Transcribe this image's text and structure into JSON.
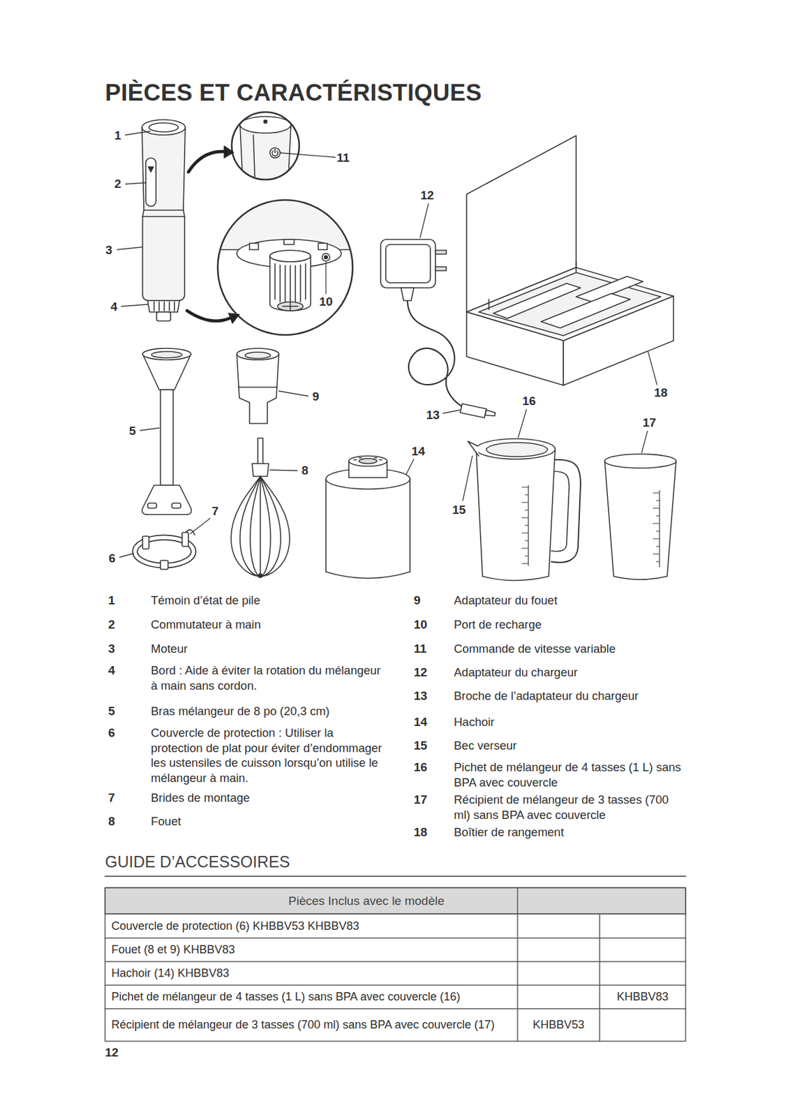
{
  "diagram": {
    "title": "PIÈCES ET CARACTÉRISTIQUES",
    "labels": [
      "1",
      "2",
      "3",
      "4",
      "11",
      "12",
      "10",
      "5",
      "9",
      "13",
      "16",
      "18",
      "17",
      "14",
      "8",
      "15",
      "7",
      "6",
      "1",
      "Témoin d’état de pile",
      "2",
      "Commutateur à main",
      "3",
      "Moteur",
      "4",
      "Bord : Aide à éviter la rotation du mélangeur à main sans cordon.",
      "5",
      "Bras mélangeur de 8 po (20,3 cm)",
      "6",
      "Couvercle de protection : Utiliser la protection de plat pour éviter d’endommager les ustensiles de cuisson lorsqu’on utilise le mélangeur à main.",
      "7",
      "Brides de montage",
      "8",
      "Fouet",
      "9",
      "Adaptateur du fouet",
      "10",
      "Port de recharge",
      "11",
      "Commande de vitesse variable",
      "12",
      "Adaptateur du chargeur",
      "13",
      "Broche de l’adaptateur du chargeur",
      "14",
      "Hachoir",
      "15",
      "Bec verseur",
      "16",
      "Pichet de mélangeur de 4 tasses (1 L) sans BPA avec couvercle",
      "17",
      "Récipient de mélangeur de 3 tasses (700 ml) sans BPA avec couvercle",
      "18",
      "Boîtier de rangement",
      "GUIDE D’ACCESSOIRES",
      "Pièces Inclus avec le modèle",
      "Couvercle de protection (6) KHBBV53 KHBBV83",
      "Fouet (8 et 9) KHBBV83",
      "Hachoir (14) KHBBV83",
      "Pichet de mélangeur de 4 tasses (1 L) sans BPA avec couvercle (16)",
      "KHBBV83",
      "Récipient de mélangeur de 3 tasses (700 ml) sans BPA avec couvercle (17)",
      "KHBBV53",
      "12"
    ]
  }
}
